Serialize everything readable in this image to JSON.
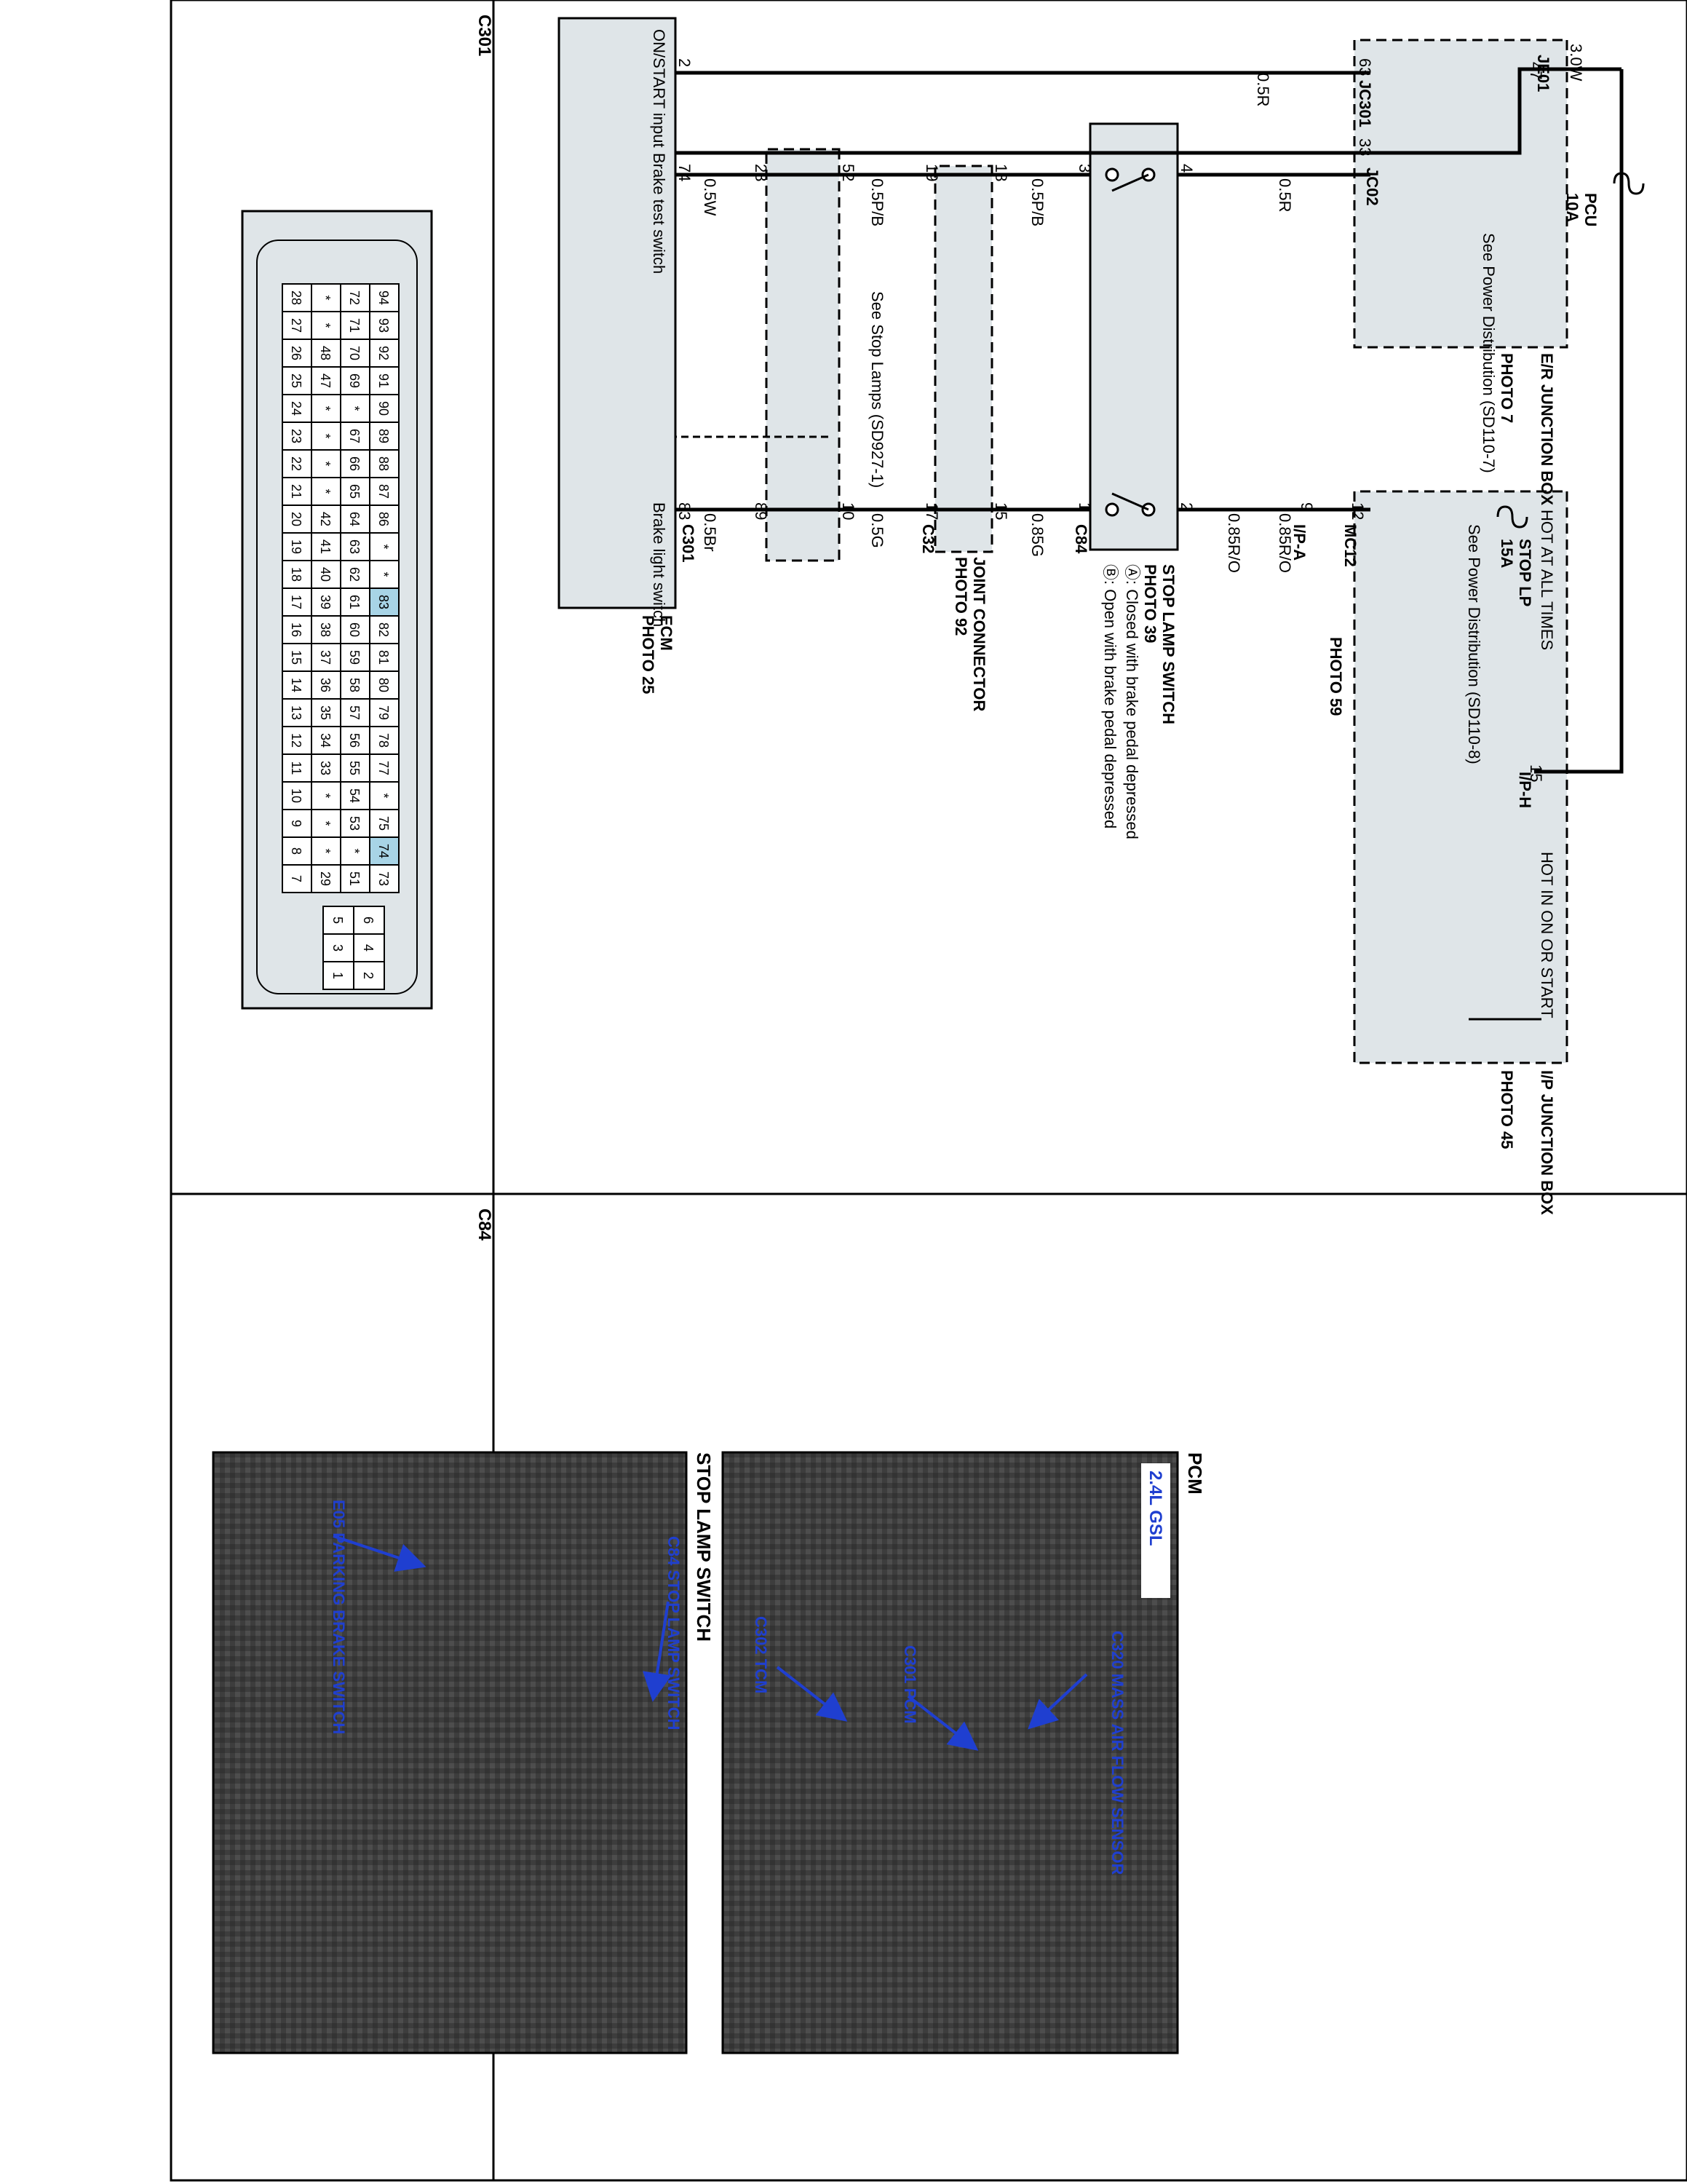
{
  "connectors": {
    "c301": {
      "title": "C301",
      "row1": [
        "94",
        "93",
        "92",
        "91",
        "90",
        "89",
        "88",
        "87",
        "86",
        "*",
        "*",
        "83",
        "82",
        "81",
        "80",
        "79",
        "78",
        "77",
        "*",
        "75",
        "74",
        "73"
      ],
      "row2": [
        "72",
        "71",
        "70",
        "69",
        "*",
        "67",
        "66",
        "65",
        "64",
        "63",
        "62",
        "61",
        "60",
        "59",
        "58",
        "57",
        "56",
        "55",
        "54",
        "53",
        "*",
        "51"
      ],
      "row3": [
        "*",
        "*",
        "48",
        "47",
        "*",
        "*",
        "*",
        "*",
        "42",
        "41",
        "40",
        "39",
        "38",
        "37",
        "36",
        "35",
        "34",
        "33",
        "*",
        "*",
        "*",
        "29"
      ],
      "row4": [
        "28",
        "27",
        "26",
        "25",
        "24",
        "23",
        "22",
        "21",
        "20",
        "19",
        "18",
        "17",
        "16",
        "15",
        "14",
        "13",
        "12",
        "11",
        "10",
        "9",
        "8",
        "7"
      ],
      "small": [
        [
          "6",
          "5"
        ],
        [
          "4",
          "3"
        ],
        [
          "2",
          "1"
        ]
      ],
      "highlight": [
        "83",
        "74"
      ]
    },
    "c84": {
      "title": "C84",
      "pins": [
        [
          "2",
          "1"
        ],
        [
          "4",
          "3"
        ]
      ]
    }
  },
  "schematic": {
    "er_jb": {
      "title": "E/R JUNCTION BOX",
      "photo": "PHOTO 7",
      "fuse_name": "PCU",
      "fuse_amp": "10A",
      "power_ref": "See Power Distribution (SD110-7)"
    },
    "ip_jb": {
      "title": "I/P JUNCTION BOX",
      "photo": "PHOTO 45",
      "fuse_name": "STOP LP",
      "fuse_amp": "15A",
      "power_ref": "See Power Distribution (SD110-8)",
      "hot_all": "HOT AT ALL TIMES",
      "hot_on": "HOT IN ON OR START"
    },
    "ecm": {
      "title": "ECM",
      "photo": "PHOTO 25",
      "onstart": "ON/START input",
      "brake_test": "Brake test switch",
      "brake_light": "Brake light switch"
    },
    "stop_lamp_switch": {
      "title": "STOP LAMP SWITCH",
      "photo": "PHOTO 39",
      "noteA": "Ⓐ: Closed with brake pedal depressed",
      "noteB": "Ⓑ: Open with brake pedal depressed"
    },
    "joint_connector": {
      "title": "JOINT CONNECTOR",
      "photo": "PHOTO 92"
    },
    "stop_lamps_ref": "See Stop Lamps (SD927-1)",
    "mc12_photo": "PHOTO 59",
    "labels": {
      "je01": "JE01",
      "jc02": "JC02",
      "jc301": "JC301",
      "c301": "C301",
      "c32": "C32",
      "c84": "C84",
      "mc12": "MC12",
      "ip_a": "I/P-A",
      "ip_h": "I/P-H"
    },
    "pins": {
      "je01_47": "47",
      "jc02_33": "33",
      "jc301_63": "63",
      "c301_2": "2",
      "c84_4": "4",
      "c84_3": "3",
      "c32_18": "18",
      "c32_19": "19",
      "jc02_52": "52",
      "jc301_28": "28",
      "c301_74": "74",
      "c84_2": "2",
      "c84_1": "1",
      "c32_15": "15",
      "c32_17": "17",
      "jc02_10": "10",
      "jc301_89": "89",
      "c301_83": "83",
      "mc12_12": "12",
      "ipa_9": "9",
      "iph_15": "15"
    },
    "wires": {
      "w_3_0w": "3.0W",
      "w_0_5r_a": "0.5R",
      "w_0_5r_b": "0.5R",
      "w_0_5pb_a": "0.5P/B",
      "w_0_5pb_b": "0.5P/B",
      "w_0_5w": "0.5W",
      "w_0_85ro_a": "0.85R/O",
      "w_0_85ro_b": "0.85R/O",
      "w_0_85g": "0.85G",
      "w_0_5g": "0.5G",
      "w_0_5br": "0.5Br"
    }
  },
  "photos": {
    "pcm": {
      "title": "PCM",
      "badge": "2.4L GSL",
      "c320": "C320 MASS AIR FLOW SENSOR",
      "c301": "C301 PCM",
      "c302": "C302 TCM"
    },
    "stop": {
      "title": "STOP LAMP SWITCH",
      "c84": "C84 STOP LAMP SWITCH",
      "e05": "E05 PARKING BRAKE SWITCH"
    }
  }
}
